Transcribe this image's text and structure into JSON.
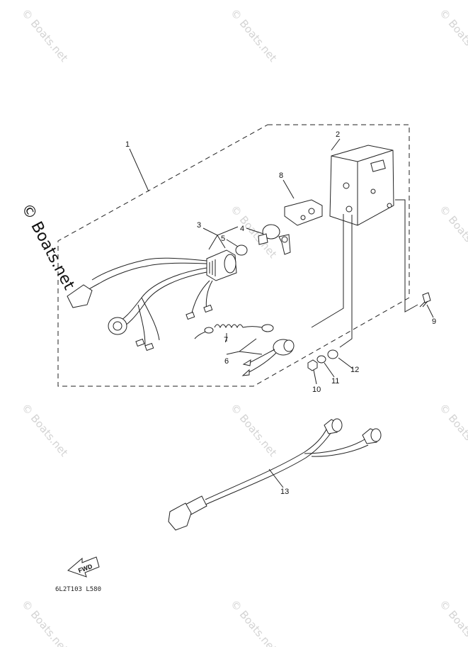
{
  "watermark": {
    "text": "© Boats.net"
  },
  "callouts": [
    "1",
    "2",
    "3",
    "4",
    "5",
    "6",
    "7",
    "8",
    "9",
    "10",
    "11",
    "12",
    "13"
  ],
  "fwd_label": "FWD",
  "diagram_code": "6L2T103 L580"
}
